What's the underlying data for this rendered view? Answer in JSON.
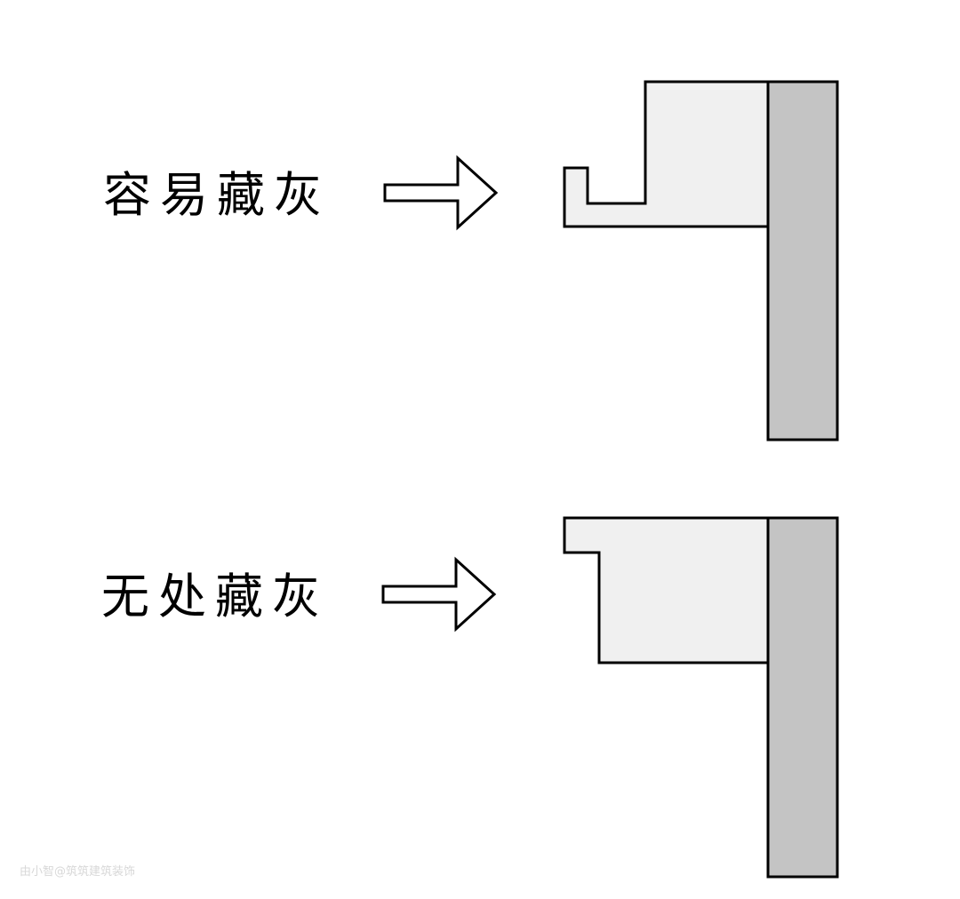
{
  "panels": [
    {
      "label": "容易藏灰"
    },
    {
      "label": "无处藏灰"
    }
  ],
  "watermark": "由小智@筑筑建筑装饰",
  "colors": {
    "profile_fill": "#f0f0f0",
    "wall_fill": "#c4c4c4",
    "stroke": "#000000"
  }
}
